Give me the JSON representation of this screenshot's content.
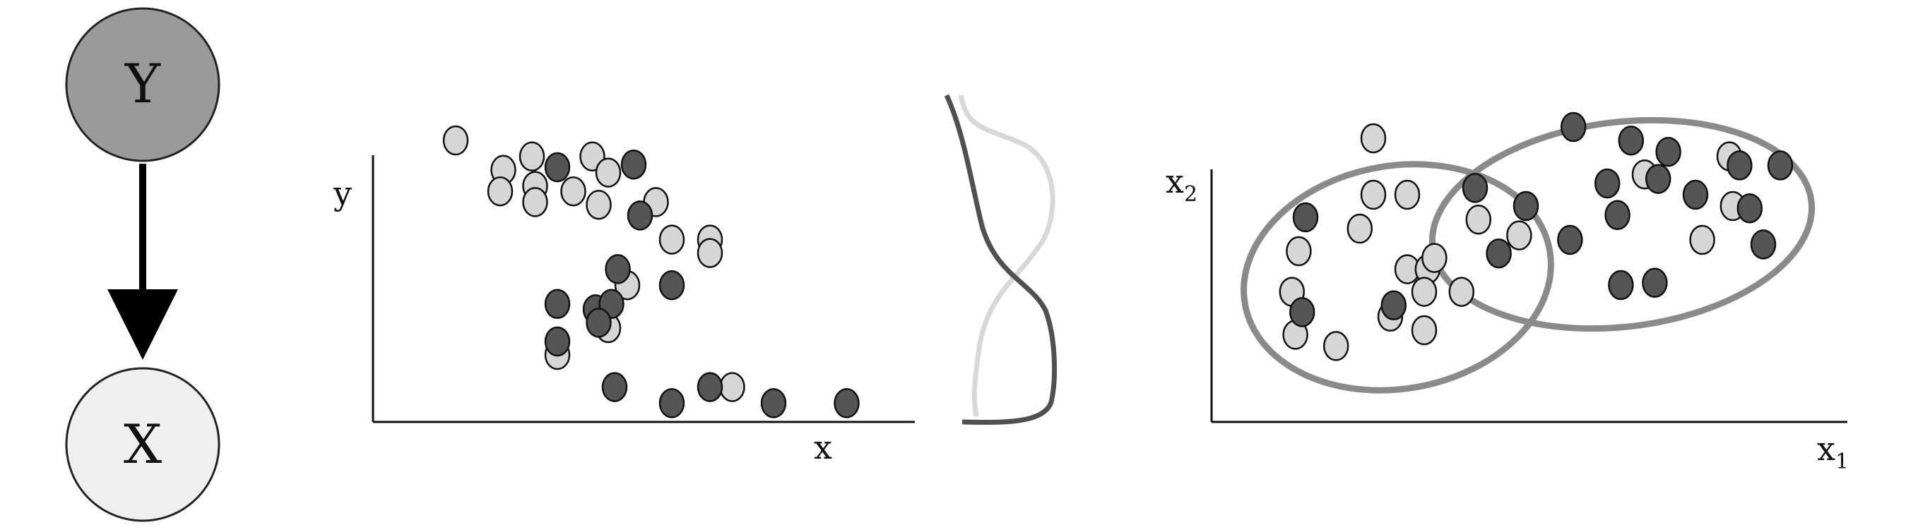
{
  "graphical_model": {
    "parent_node": "Y",
    "child_node": "X",
    "colors": {
      "parent_fill": "#9a9a9a",
      "child_fill": "#efefef",
      "edge": "#000000"
    }
  },
  "scatter_1d": {
    "xlabel": "x",
    "ylabel": "y",
    "point_colors": {
      "class_light": "#d6d6d6",
      "class_dark": "#555555"
    },
    "points_light": [
      [
        1,
        10.5
      ],
      [
        3.4,
        9.9
      ],
      [
        5.3,
        9.9
      ],
      [
        2.5,
        9.4
      ],
      [
        3.5,
        8.8
      ],
      [
        5.8,
        9.3
      ],
      [
        2.4,
        8.6
      ],
      [
        3.5,
        8.2
      ],
      [
        4.7,
        8.6
      ],
      [
        5.5,
        8.1
      ],
      [
        7.3,
        8.2
      ],
      [
        7.8,
        6.8
      ],
      [
        9,
        6.8
      ],
      [
        9,
        6.3
      ],
      [
        6.4,
        5.1
      ],
      [
        5.8,
        3.5
      ],
      [
        4.2,
        2.5
      ],
      [
        9.7,
        1.3
      ]
    ],
    "points_dark": [
      [
        4.2,
        9.5
      ],
      [
        6.6,
        9.6
      ],
      [
        6.8,
        7.7
      ],
      [
        6.1,
        5.7
      ],
      [
        7.8,
        5.1
      ],
      [
        4.2,
        4.4
      ],
      [
        5.4,
        4.2
      ],
      [
        5.9,
        4.4
      ],
      [
        5.5,
        3.7
      ],
      [
        4.2,
        3
      ],
      [
        6,
        1.3
      ],
      [
        7.8,
        0.7
      ],
      [
        9,
        1.3
      ],
      [
        11,
        0.7
      ],
      [
        13.3,
        0.7
      ]
    ],
    "density_colors": {
      "light_curve": "#d8d8d8",
      "dark_curve": "#505050"
    }
  },
  "scatter_2d": {
    "xlabel": "x",
    "xlabel_subscript": "1",
    "ylabel": "x",
    "ylabel_subscript": "2",
    "ellipse_color": "#8a8a8a",
    "points_light": [
      [
        3,
        11
      ],
      [
        3,
        8.5
      ],
      [
        2.6,
        7
      ],
      [
        4,
        8.5
      ],
      [
        0.8,
        6
      ],
      [
        0.6,
        4.2
      ],
      [
        4,
        5.2
      ],
      [
        4.6,
        5.2
      ],
      [
        4.8,
        5.7
      ],
      [
        4.5,
        4.2
      ],
      [
        5.6,
        4.2
      ],
      [
        3.5,
        3.1
      ],
      [
        4.5,
        2.5
      ],
      [
        0.7,
        2.3
      ],
      [
        1.9,
        1.8
      ],
      [
        6.1,
        7.4
      ],
      [
        7.3,
        6.7
      ],
      [
        11,
        9.4
      ],
      [
        13.5,
        10.2
      ],
      [
        12.7,
        6.5
      ],
      [
        13.6,
        8
      ]
    ],
    "points_dark": [
      [
        1,
        7.5
      ],
      [
        0.9,
        3.3
      ],
      [
        6,
        8.8
      ],
      [
        7.5,
        8
      ],
      [
        6.7,
        5.9
      ],
      [
        3.6,
        3.6
      ],
      [
        8.9,
        11.5
      ],
      [
        10.6,
        10.9
      ],
      [
        11.7,
        10.4
      ],
      [
        11.4,
        9.2
      ],
      [
        13.8,
        9.8
      ],
      [
        15,
        9.8
      ],
      [
        10.2,
        7.6
      ],
      [
        12.5,
        8.5
      ],
      [
        14.1,
        7.9
      ],
      [
        14.5,
        6.3
      ],
      [
        8.8,
        6.5
      ],
      [
        10.3,
        4.5
      ],
      [
        11.3,
        4.6
      ],
      [
        9.9,
        9
      ]
    ]
  }
}
